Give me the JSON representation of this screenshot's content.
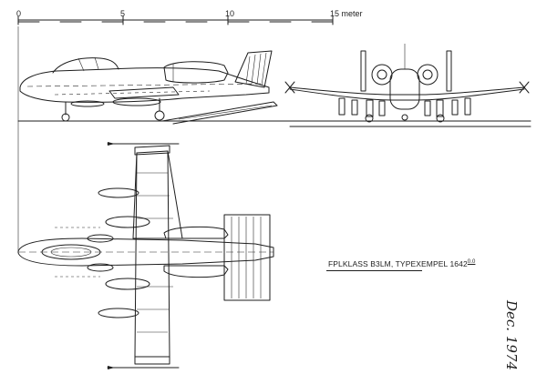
{
  "scale_bar": {
    "ticks": [
      "0",
      "5",
      "10",
      "15 meter"
    ]
  },
  "caption": {
    "text": "FPLKLASS B3LM, TYPEXEMPEL 1642",
    "superscript": "0.0"
  },
  "handwritten_note": "Dec. 1974",
  "colors": {
    "ink": "#1e1e1e",
    "paper": "#ffffff"
  }
}
